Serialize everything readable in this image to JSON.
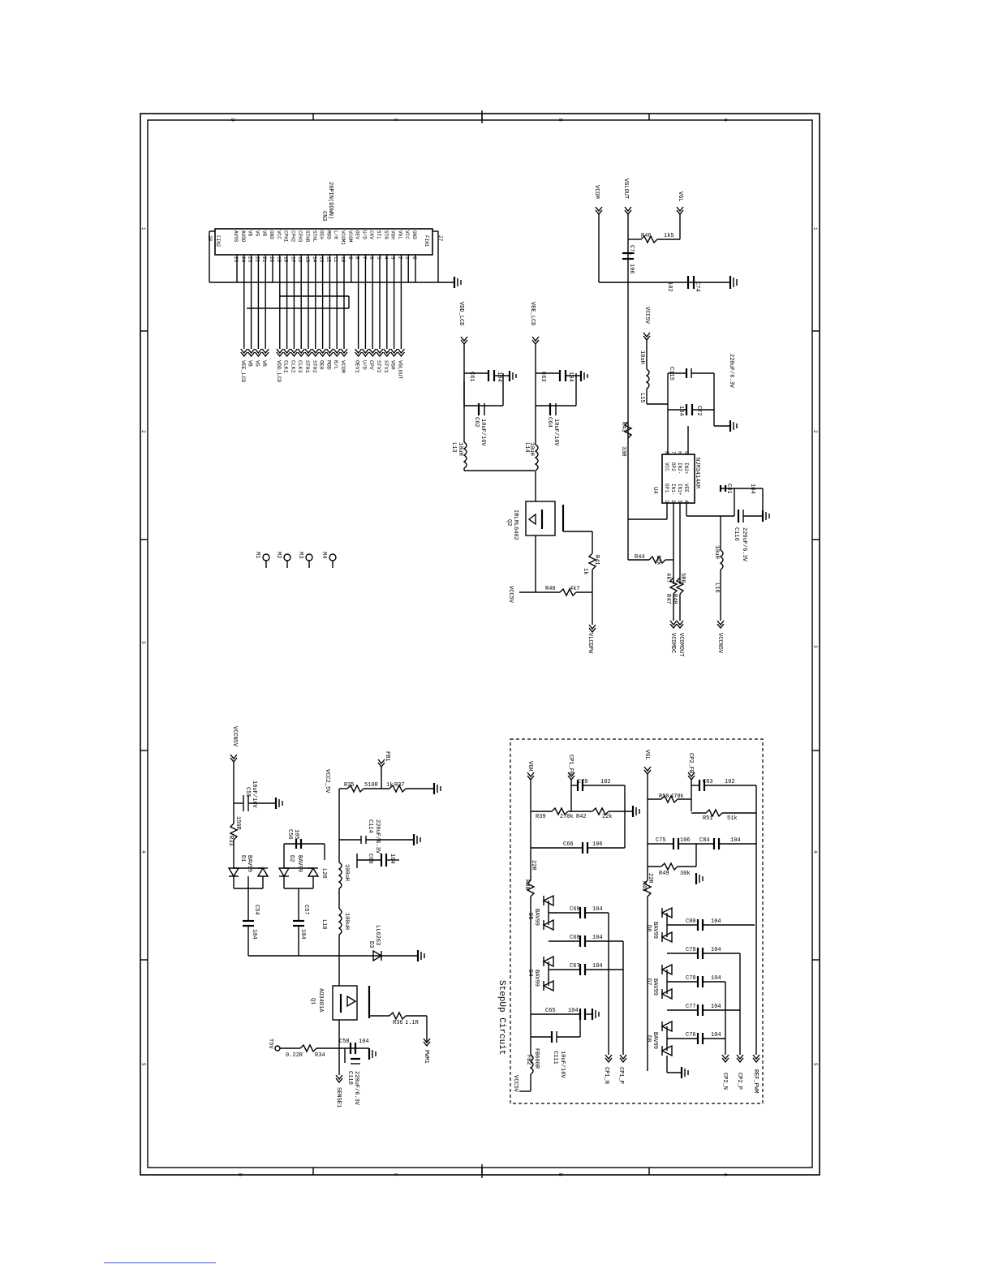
{
  "border": {
    "cols_top": [
      "D",
      "C",
      "B",
      "A"
    ],
    "cols_bottom": [
      "D",
      "C",
      "B",
      "A"
    ],
    "rows_left": [
      "1",
      "2",
      "3",
      "4",
      "5"
    ],
    "rows_right": [
      "1",
      "2",
      "3",
      "4",
      "5"
    ]
  },
  "connector": {
    "ref": "CN3",
    "type": "26PIN(DOWN)",
    "fin_left": "FIN2",
    "fin_left_num": "28",
    "fin_right": "FIN1",
    "fin_right_num": "27",
    "pins": [
      {
        "num": "25",
        "name": "AVSS",
        "net": ""
      },
      {
        "num": "24",
        "name": "AVDD",
        "net": "VEE_LCD"
      },
      {
        "num": "23",
        "name": "VB",
        "net": "VB"
      },
      {
        "num": "22",
        "name": "VG",
        "net": "VG"
      },
      {
        "num": "21",
        "name": "VR",
        "net": "VR"
      },
      {
        "num": "20",
        "name": "GND",
        "net": ""
      },
      {
        "num": "19",
        "name": "VCC",
        "net": "VDD_LCD"
      },
      {
        "num": "18",
        "name": "CPH1",
        "net": "CLK1"
      },
      {
        "num": "17",
        "name": "CPH2",
        "net": "CLK2"
      },
      {
        "num": "16",
        "name": "CPH3",
        "net": "CLK3"
      },
      {
        "num": "15",
        "name": "STHR",
        "net": "STH1"
      },
      {
        "num": "14",
        "name": "STHL",
        "net": "STH2"
      },
      {
        "num": "13",
        "name": "OEH",
        "net": "OEH"
      },
      {
        "num": "12",
        "name": "MOD",
        "net": "MOD"
      },
      {
        "num": "11",
        "name": "L/R",
        "net": "R/L"
      },
      {
        "num": "10",
        "name": "VCOM1",
        "net": "VCOM"
      },
      {
        "num": "9",
        "name": "VCOM",
        "net": ""
      },
      {
        "num": "8",
        "name": "OEV",
        "net": "OEV1"
      },
      {
        "num": "7",
        "name": "U/D",
        "net": "U/D"
      },
      {
        "num": "6",
        "name": "CKV",
        "net": "CPV"
      },
      {
        "num": "5",
        "name": "STL",
        "net": "STV2"
      },
      {
        "num": "4",
        "name": "STR",
        "net": "STV1"
      },
      {
        "num": "3",
        "name": "VGH",
        "net": "VGH"
      },
      {
        "num": "2",
        "name": "VGL",
        "net": "VGLOUT"
      },
      {
        "num": "1",
        "name": "VCC",
        "net": ""
      },
      {
        "num": "0",
        "name": "GND",
        "net": ""
      }
    ]
  },
  "mount_holes": [
    "M1",
    "M2",
    "M3",
    "M4"
  ],
  "power_switch": {
    "nets": [
      "VDD_LCD",
      "VEE_LCD",
      "VCC5V",
      "VLCDPW"
    ],
    "q2": "Q2",
    "q2_type": "IRLML6402",
    "l13": "L13",
    "l13_val": "10uH",
    "l14": "L14",
    "l14_val": "10uH",
    "c61": "C61",
    "c61_val": "104",
    "c62": "C62",
    "c62_val": "10uF/16V",
    "c63": "C63",
    "c63_val": "104",
    "c64": "C64",
    "c64_val": "10uF/16V",
    "r40": "R40",
    "r40_val": "4k7",
    "r41": "R41",
    "r41_val": "1k"
  },
  "vcom_block": {
    "nets": [
      "VCOM",
      "VGLOUT",
      "VGL",
      "VCC5V",
      "VCCN5V",
      "VCOMDC",
      "VCOMOUT"
    ],
    "r46": "R46",
    "r46_val": "1k5",
    "c71": "C71",
    "c71_val": "106",
    "c74": "C74",
    "c74_val": "102",
    "l15": "L15",
    "l15_val": "10uH",
    "c115": "C115",
    "c115_val": "220uF/6.3V",
    "c72": "C72",
    "c72_val": "104",
    "r43": "R43",
    "r43_val": "33R",
    "u4": "U4",
    "u4_type": "NJM3414AM",
    "u4_pins_left": [
      "OP1",
      "IN1-",
      "IN1+",
      "VEE"
    ],
    "u4_pins_right": [
      "VCC",
      "OP2",
      "IN2-",
      "IN2+"
    ],
    "u4_nums_left": [
      "1",
      "2",
      "3",
      "4"
    ],
    "u4_nums_right": [
      "8",
      "7",
      "6",
      "5"
    ],
    "c81": "C81",
    "c81_val": "104",
    "c116": "C116",
    "c116_val": "220uF/6.3V",
    "r44": "R44",
    "r44_val": "12k",
    "r47": "R47",
    "r47_val": "4k7",
    "r48": "R48",
    "r48_val": "5R6",
    "l16": "L16",
    "l16_val": "10uH"
  },
  "boost": {
    "nets": [
      "VCCN5V",
      "VCC2_5V",
      "FB1",
      "T5V",
      "SENSE1",
      "PWM1"
    ],
    "r33": "R33",
    "r33_val": "150R",
    "c55": "C55",
    "c55_val": "10uF/16V",
    "d1": "D1",
    "d1_type": "BAV99",
    "d2": "D2",
    "d2_type": "BAV99",
    "c56": "C56",
    "c56_val": "105",
    "c54": "C54",
    "c54_val": "104",
    "c57": "C57",
    "c57_val": "104",
    "l20": "L20",
    "l20_val": "100uH",
    "l18": "L18",
    "l18_val": "100uH",
    "d3": "D3",
    "d3_type": "LL6263",
    "q1": "Q1",
    "q1_type": "AO3401A",
    "r35": "R35",
    "r35_val": "510R",
    "r37": "R37",
    "r37_val": "1k",
    "c114": "C114",
    "c114_val": "220uF/6.3V",
    "c60": "C60",
    "c60_val": "104",
    "r34": "R34",
    "r34_val": "0.22R",
    "c58": "C58",
    "c58_val": "104",
    "c110": "C110",
    "c110_val": "220uF/6.3V",
    "r36": "R36",
    "r36_val": "1.1R"
  },
  "stepup": {
    "title": "StepUp Circuit",
    "nets": [
      "VCC5V",
      "VGH",
      "CP1_FB",
      "VGL",
      "CP2_FB",
      "CP1_N",
      "CP1_P",
      "CP2_N",
      "CP2_P",
      "REF_PWM"
    ],
    "fb2": "FB2",
    "fb2_val": "FB600R",
    "c111": "C111",
    "c111_val": "10uF/16V",
    "c65": "C65",
    "c65_val": "104",
    "d4": "D4",
    "d4_type": "BAV99",
    "d5": "D5",
    "d5_type": "BAV99",
    "c67": "C67",
    "c67_val": "104",
    "c68": "C68",
    "c68_val": "104",
    "c69": "C69",
    "c69_val": "104",
    "r38": "R38",
    "r38_val": "22R",
    "c66": "C66",
    "c66_val": "106",
    "r39": "R39",
    "r39_val": "270k",
    "r42": "R42",
    "r42_val": "22k",
    "c70": "C70",
    "c70_val": "102",
    "d6": "D6",
    "d6_type": "BAV99",
    "d7": "D7",
    "d7_type": "BAV99",
    "d8": "D8",
    "d8_type": "BAV99",
    "c76": "C76",
    "c76_val": "104",
    "c77": "C77",
    "c77_val": "104",
    "c78": "C78",
    "c78_val": "104",
    "c79": "C79",
    "c79_val": "104",
    "c80": "C80",
    "c80_val": "104",
    "r45": "R45",
    "r45_val": "22R",
    "r49": "R49",
    "r49_val": "30k",
    "c75": "C75",
    "c75_val": "106",
    "c84": "C84",
    "c84_val": "104",
    "r50": "R50",
    "r50_val": "470k",
    "r51": "R51",
    "r51_val": "51k",
    "c83": "C83",
    "c83_val": "102"
  }
}
